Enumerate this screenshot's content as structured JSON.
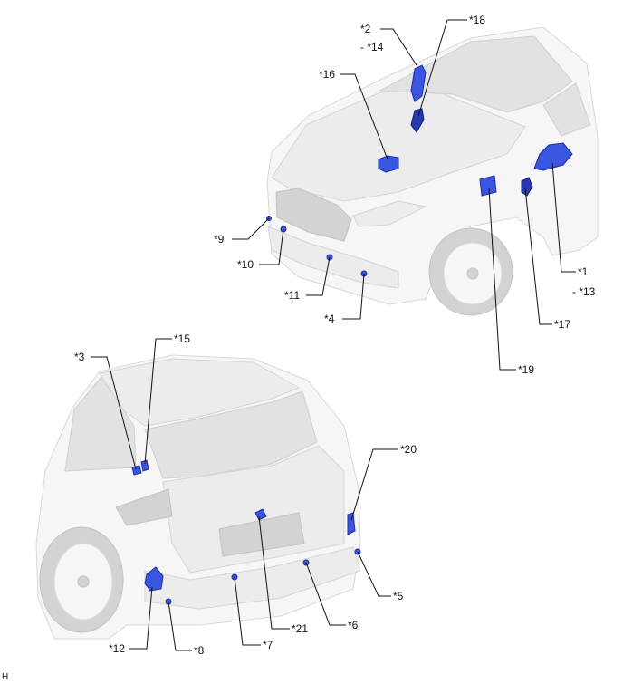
{
  "diagram_id": "H",
  "callouts": {
    "c1": "*1",
    "c13": "- *13",
    "c2": "*2",
    "c14": "- *14",
    "c3": "*3",
    "c4": "*4",
    "c5": "*5",
    "c6": "*6",
    "c7": "*7",
    "c8": "*8",
    "c9": "*9",
    "c10": "*10",
    "c11": "*11",
    "c12": "*12",
    "c15": "*15",
    "c16": "*16",
    "c17": "*17",
    "c18": "*18",
    "c19": "*19",
    "c20": "*20",
    "c21": "*21"
  },
  "colors": {
    "part": "#3a56e0",
    "part_dark": "#2639b3",
    "body": "#ececec"
  }
}
